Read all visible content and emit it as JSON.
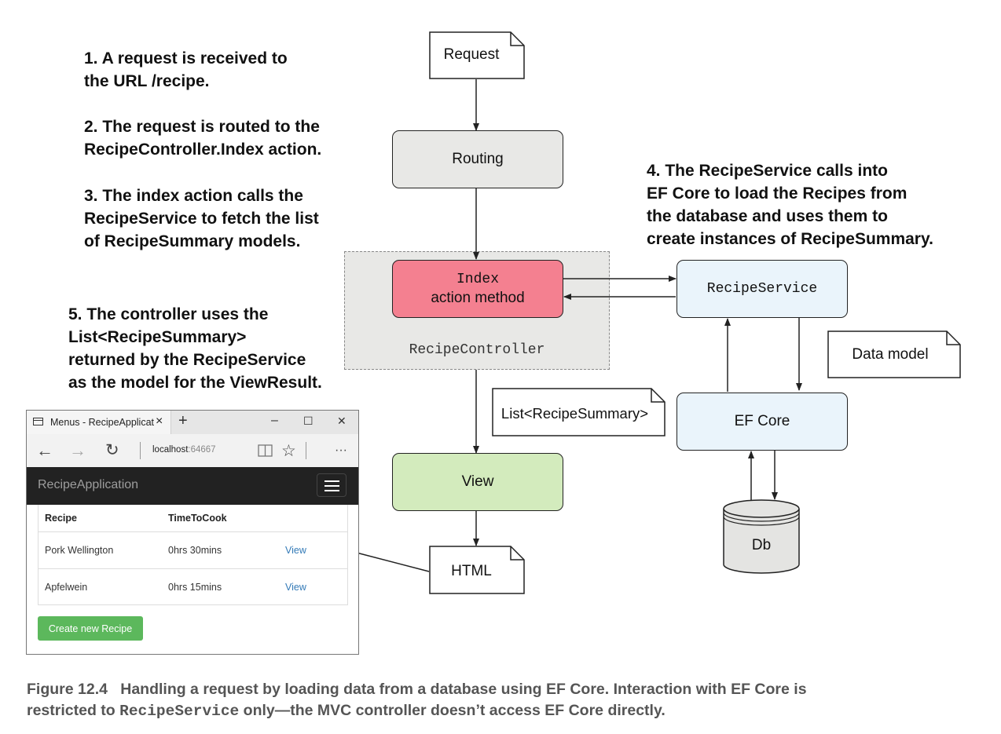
{
  "annotations": {
    "step1": [
      "1. A request is received to",
      "the URL /recipe."
    ],
    "step2": [
      "2. The request is routed to the",
      "RecipeController.Index action."
    ],
    "step3": [
      "3. The index action calls the",
      "RecipeService to fetch the list",
      "of RecipeSummary models."
    ],
    "step4": [
      "4. The RecipeService calls into",
      "EF Core to load the Recipes from",
      "the database and uses them to",
      "create instances of RecipeSummary."
    ],
    "step5": [
      "5. The controller uses the",
      "List<RecipeSummary>",
      "returned by the RecipeService",
      "as the model for the ViewResult."
    ]
  },
  "nodes": {
    "request": "Request",
    "routing": "Routing",
    "index_code": "Index",
    "index_text": "action method",
    "controller": "RecipeController",
    "recipe_service": "RecipeService",
    "data_model": "Data model",
    "list_summary": "List<RecipeSummary>",
    "ef_core": "EF Core",
    "view": "View",
    "db": "Db",
    "html": "HTML"
  },
  "colors": {
    "routing": "#e8e8e6",
    "index": "#f48090",
    "recipe_service": "#eaf4fb",
    "ef_core": "#eaf4fb",
    "view": "#d3ebbd",
    "db": "#e4e4e2",
    "controller_region": "#e8e8e6"
  },
  "browser": {
    "tab_title": "Menus - RecipeApplicat",
    "tab_close": "×",
    "new_tab": "+",
    "minimize": "–",
    "maximize": "☐",
    "close": "✕",
    "back": "←",
    "forward": "→",
    "refresh": "↻",
    "address_host": "localhost",
    "address_port": ":64667",
    "reading_icon": "reading-view-icon",
    "favorite": "☆",
    "more": "···",
    "brand": "RecipeApplication",
    "table": {
      "headers": [
        "Recipe",
        "TimeToCook"
      ],
      "rows": [
        {
          "recipe": "Pork Wellington",
          "time": "0hrs 30mins",
          "link": "View"
        },
        {
          "recipe": "Apfelwein",
          "time": "0hrs 15mins",
          "link": "View"
        }
      ]
    },
    "create_button": "Create new Recipe"
  },
  "caption": {
    "figure": "Figure 12.4",
    "text1": "Handling a request by loading data from a database using EF Core. Interaction with EF Core is",
    "text2_prefix": "restricted to ",
    "text2_code": "RecipeService",
    "text2_suffix": " only—the MVC controller doesn’t access EF Core directly."
  }
}
